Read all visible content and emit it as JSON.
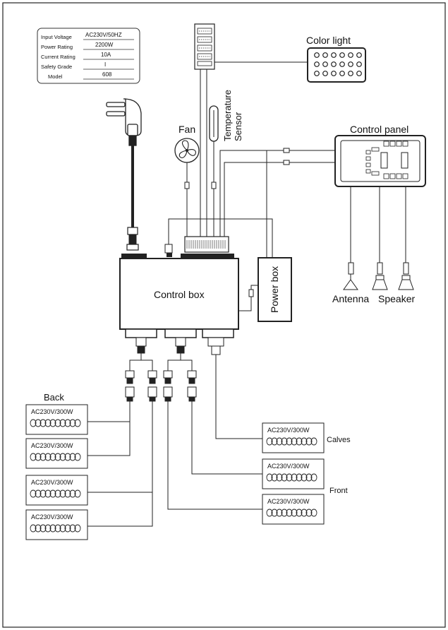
{
  "spec_plate": {
    "rows": [
      {
        "label": "Input Voltage",
        "value": "AC230V/50HZ"
      },
      {
        "label": "Power Rating",
        "value": "2200W"
      },
      {
        "label": "Current Rating",
        "value": "10A"
      },
      {
        "label": "Safety Grade",
        "value": "I"
      },
      {
        "label": "Model",
        "value": "608"
      }
    ]
  },
  "labels": {
    "color_light": "Color light",
    "fan": "Fan",
    "temperature_sensor_line1": "Temperature",
    "temperature_sensor_line2": "Sensor",
    "control_panel": "Control  panel",
    "control_box": "Control box",
    "power_box": "Power box",
    "antenna": "Antenna",
    "speaker": "Speaker",
    "back": "Back",
    "calves": "Calves",
    "front": "Front"
  },
  "heaters": {
    "back": [
      "AC230V/300W",
      "AC230V/300W",
      "AC230V/300W",
      "AC230V/300W"
    ],
    "right": [
      "AC230V/300W",
      "AC230V/300W",
      "AC230V/300W"
    ]
  }
}
